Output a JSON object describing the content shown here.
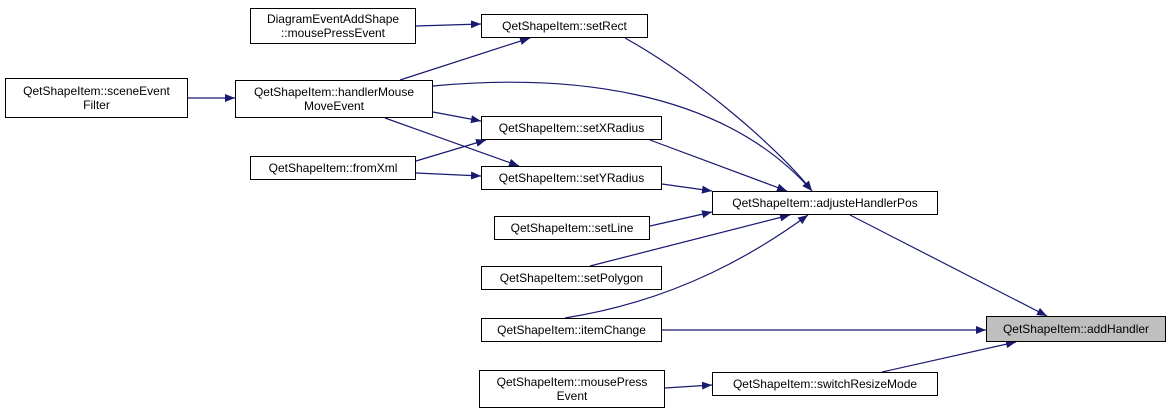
{
  "graph": {
    "edge_color": "#191970",
    "focus_fill": "#bfbfbf",
    "nodes": [
      {
        "id": "diagramEventAddShape",
        "lines": [
          "DiagramEventAddShape",
          "::mousePressEvent"
        ]
      },
      {
        "id": "setRect",
        "lines": [
          "QetShapeItem::setRect"
        ]
      },
      {
        "id": "sceneEventFilter",
        "lines": [
          "QetShapeItem::sceneEvent",
          "Filter"
        ]
      },
      {
        "id": "handlerMouseMoveEvent",
        "lines": [
          "QetShapeItem::handlerMouse",
          "MoveEvent"
        ]
      },
      {
        "id": "setXRadius",
        "lines": [
          "QetShapeItem::setXRadius"
        ]
      },
      {
        "id": "fromXml",
        "lines": [
          "QetShapeItem::fromXml"
        ]
      },
      {
        "id": "setYRadius",
        "lines": [
          "QetShapeItem::setYRadius"
        ]
      },
      {
        "id": "adjusteHandlerPos",
        "lines": [
          "QetShapeItem::adjusteHandlerPos"
        ]
      },
      {
        "id": "setLine",
        "lines": [
          "QetShapeItem::setLine"
        ]
      },
      {
        "id": "setPolygon",
        "lines": [
          "QetShapeItem::setPolygon"
        ]
      },
      {
        "id": "itemChange",
        "lines": [
          "QetShapeItem::itemChange"
        ]
      },
      {
        "id": "addHandler",
        "lines": [
          "QetShapeItem::addHandler"
        ],
        "focus": true
      },
      {
        "id": "mousePressEvent",
        "lines": [
          "QetShapeItem::mousePress",
          "Event"
        ]
      },
      {
        "id": "switchResizeMode",
        "lines": [
          "QetShapeItem::switchResizeMode"
        ]
      }
    ],
    "edges": [
      {
        "from": "diagramEventAddShape",
        "to": "setRect"
      },
      {
        "from": "handlerMouseMoveEvent",
        "to": "setRect"
      },
      {
        "from": "sceneEventFilter",
        "to": "handlerMouseMoveEvent"
      },
      {
        "from": "handlerMouseMoveEvent",
        "to": "adjusteHandlerPos"
      },
      {
        "from": "handlerMouseMoveEvent",
        "to": "setXRadius"
      },
      {
        "from": "handlerMouseMoveEvent",
        "to": "setYRadius"
      },
      {
        "from": "fromXml",
        "to": "setXRadius"
      },
      {
        "from": "fromXml",
        "to": "setYRadius"
      },
      {
        "from": "setRect",
        "to": "adjusteHandlerPos"
      },
      {
        "from": "setXRadius",
        "to": "adjusteHandlerPos"
      },
      {
        "from": "setYRadius",
        "to": "adjusteHandlerPos"
      },
      {
        "from": "setLine",
        "to": "adjusteHandlerPos"
      },
      {
        "from": "setPolygon",
        "to": "adjusteHandlerPos"
      },
      {
        "from": "itemChange",
        "to": "adjusteHandlerPos"
      },
      {
        "from": "adjusteHandlerPos",
        "to": "addHandler"
      },
      {
        "from": "itemChange",
        "to": "addHandler"
      },
      {
        "from": "switchResizeMode",
        "to": "addHandler"
      },
      {
        "from": "mousePressEvent",
        "to": "switchResizeMode"
      }
    ]
  }
}
